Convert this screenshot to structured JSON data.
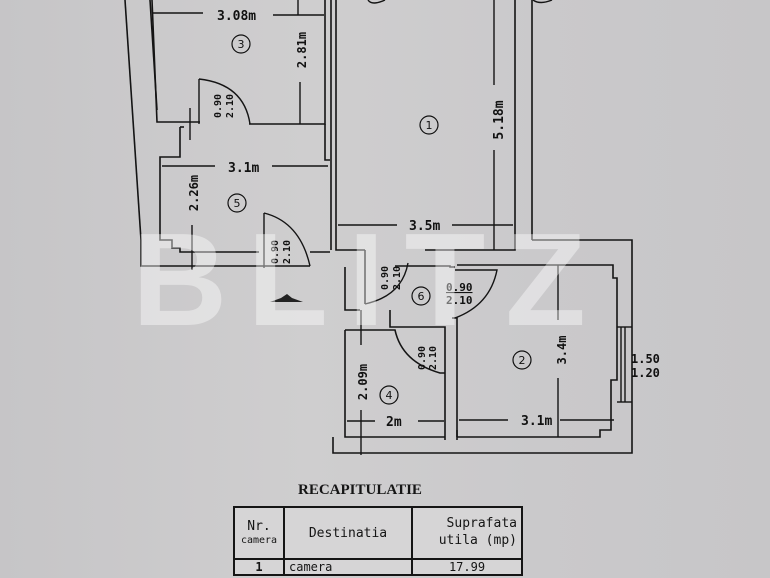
{
  "watermark": "BLITZ",
  "rooms": [
    {
      "id": "1",
      "width": "3.5m",
      "length": "5.18m"
    },
    {
      "id": "2",
      "width": "3.1m",
      "length": "3.4m"
    },
    {
      "id": "3",
      "width": "3.08m",
      "length": "2.81m"
    },
    {
      "id": "4",
      "width": "2m",
      "length": "2.09m"
    },
    {
      "id": "5",
      "width": "3.1m",
      "length": "2.26m"
    },
    {
      "id": "6"
    }
  ],
  "doors": [
    {
      "width": "0.90",
      "height": "2.10"
    },
    {
      "width": "0.90",
      "height": "2.10"
    },
    {
      "width": "0.90",
      "height": "2.10"
    },
    {
      "width": "0.90",
      "height": "2.10"
    },
    {
      "width": "0.90",
      "height": "2.10"
    }
  ],
  "window": {
    "width": "1.50",
    "height": "1.20"
  },
  "recap": {
    "title": "RECAPITULATIE",
    "headers": {
      "nr": "Nr.",
      "nr_sub": "camera",
      "destination": "Destinatia",
      "area_line1": "Suprafata",
      "area_line2": "utila (mp)"
    },
    "rows": [
      {
        "nr": "1",
        "destination": "camera",
        "area": "17.99"
      }
    ]
  }
}
